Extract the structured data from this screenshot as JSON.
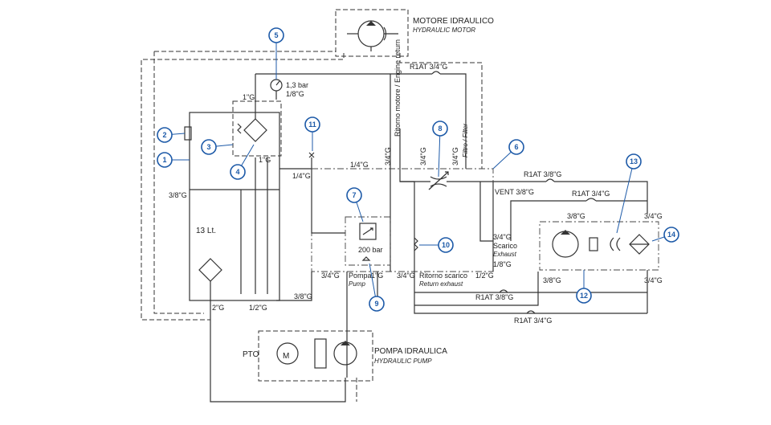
{
  "components": {
    "motor_title": "MOTORE IDRAULICO",
    "motor_subtitle": "HYDRAULIC MOTOR",
    "pump_title": "POMPA IDRAULICA",
    "pump_subtitle": "HYDRAULIC PUMP",
    "pto": "PTO",
    "tank": "13 Lt.",
    "gauge_pressure": "1,3 bar",
    "gauge_size": "1/8\"G",
    "relief_pressure": "200 bar",
    "engine_return": "Ritorno motore / Engine return",
    "filter": "Filtro / Filter",
    "scarico": "Scarico",
    "exhaust": "Exhaust",
    "pompa": "Pompa",
    "pump_it": "Pump",
    "ritorno_scarico": "Ritorno scarico",
    "return_exhaust": "Return exhaust",
    "vent": "VENT 3/8\"G"
  },
  "pipes": {
    "r1at_34_top": "R1AT 3/4\"G",
    "r1at_38": "R1AT 3/8\"G",
    "r1at_34_mid": "R1AT 3/4\"G",
    "r1at_38_low": "R1AT 3/8\"G",
    "r1at_34_low": "R1AT 3/4\"G"
  },
  "ports": {
    "p_1g_a": "1\"G",
    "p_1g_b": "1\"G",
    "p_38_tank": "3/8\"G",
    "p_14": "1/4\"G",
    "p_14b": "1/4\"G",
    "p_34_a": "3/4\"G",
    "p_34_b": "3/4\"G",
    "p_34_c": "3/4\"G",
    "p_34_scar": "3/4\"G",
    "p_18": "1/8\"G",
    "p_34_pompa": "3/4\"G",
    "p_1g_c": "1\"G",
    "p_34_d": "3/4\"G",
    "p_12": "1/2\"G",
    "p_2g": "2\"G",
    "p_12b": "1/2\"G",
    "p_38_b": "3/8\"G",
    "p_38_cool": "3/8\"G",
    "p_38_cool2": "3/8\"G",
    "p_34_cool": "3/4\"G",
    "p_34_cool2": "3/4\"G"
  },
  "callouts": [
    "1",
    "2",
    "3",
    "4",
    "5",
    "6",
    "7",
    "8",
    "9",
    "10",
    "11",
    "12",
    "13",
    "14"
  ],
  "colors": {
    "callout": "#1d5aa8",
    "line": "#333333"
  }
}
